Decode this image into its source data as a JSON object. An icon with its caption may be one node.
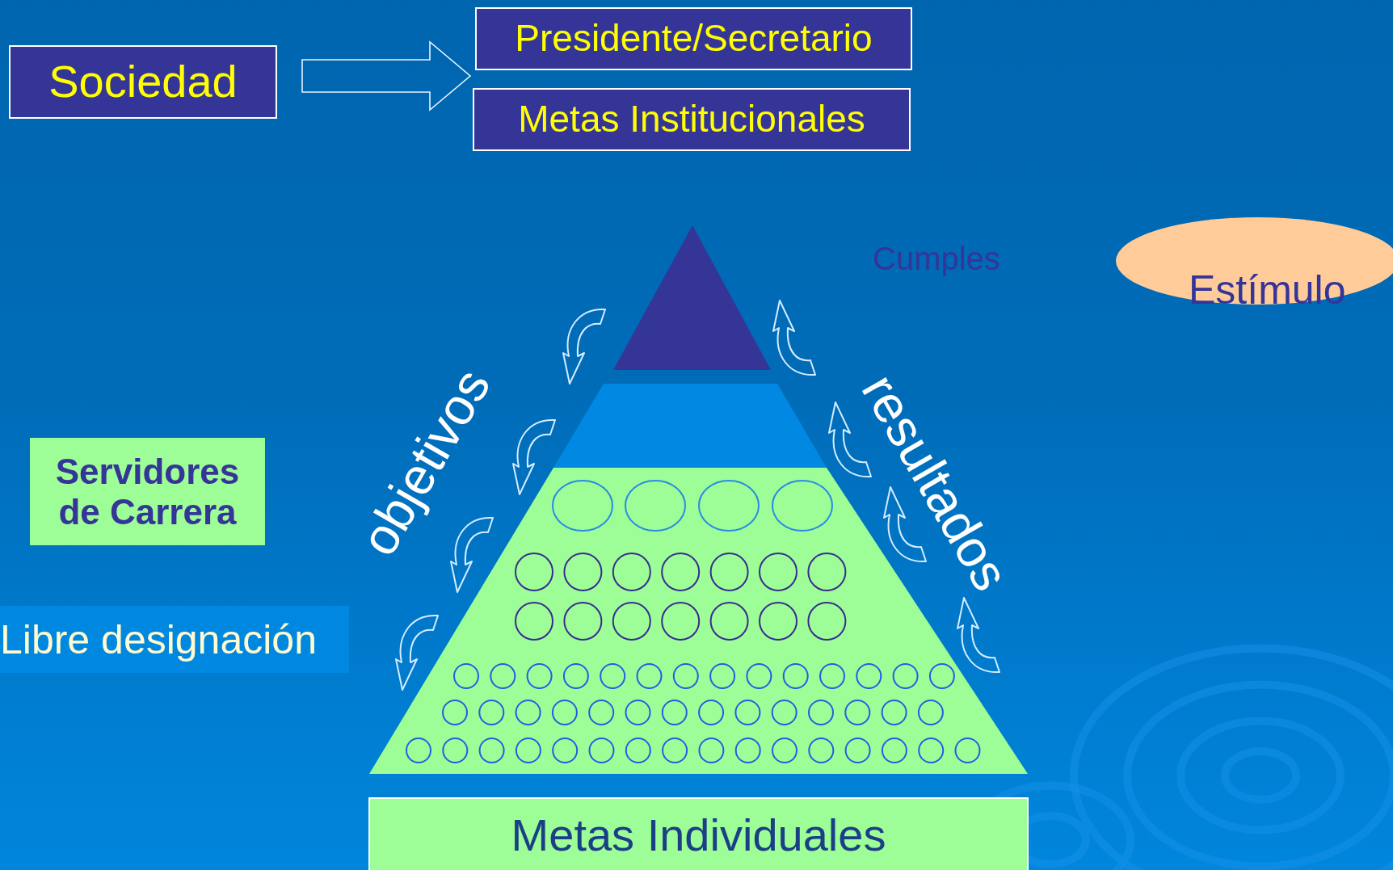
{
  "diagram": {
    "nodes": [
      {
        "text": [
          "Sociedad"
        ]
      },
      {
        "text": [
          "Presidente/Secretario"
        ]
      },
      {
        "text": [
          "Metas Institucionales"
        ]
      },
      {
        "text": [
          "Servidores de Carrera"
        ]
      },
      {
        "text": [
          "Libre designación"
        ]
      },
      {
        "text": [
          "Estímulo"
        ]
      },
      {
        "text": [
          "Metas Individuales"
        ]
      }
    ],
    "edges": [
      {
        "from": 0,
        "to": 1,
        "arrow": "to"
      },
      {
        "from": 0,
        "to": 2,
        "arrow": "to"
      }
    ],
    "labels": [
      "Cumples",
      "objetivos",
      "resultados"
    ]
  }
}
